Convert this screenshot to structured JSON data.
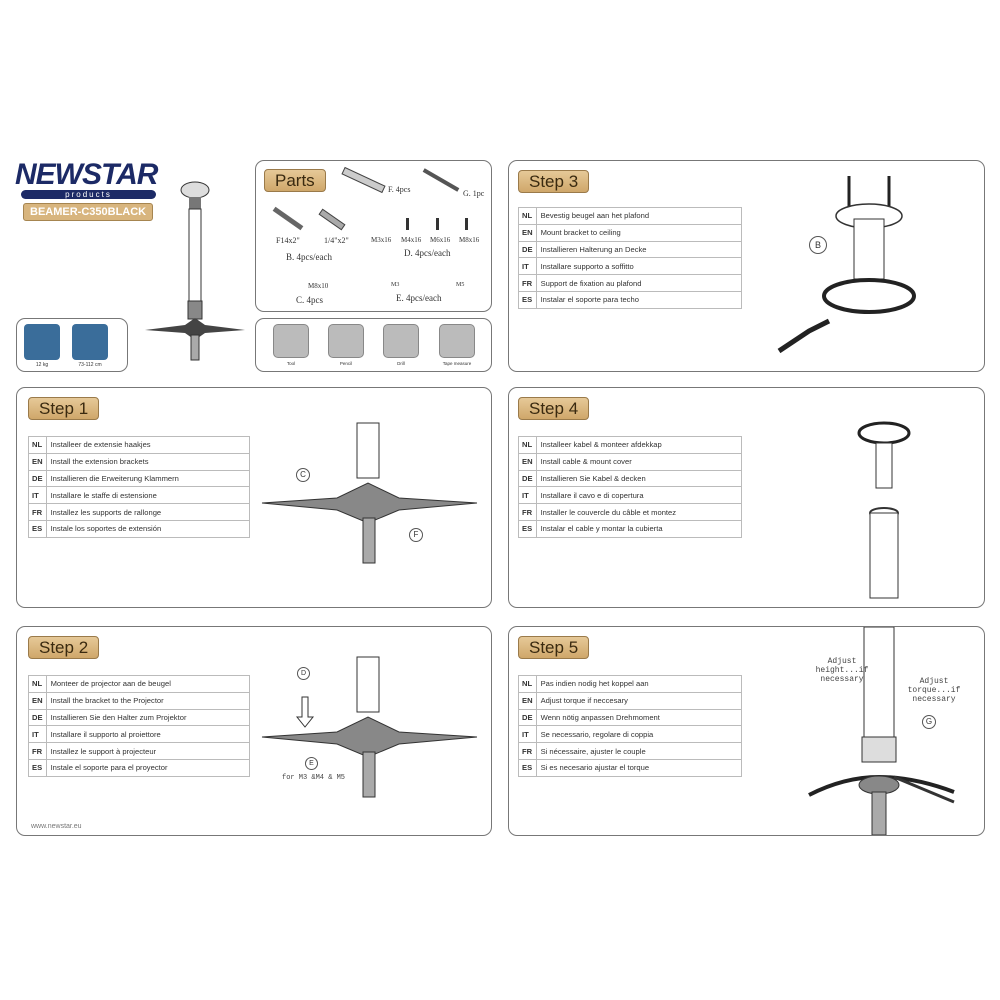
{
  "brand": {
    "logo": "NEWSTAR",
    "logo_sub": "products",
    "model": "BEAMER-C350BLACK",
    "website": "www.newstar.eu"
  },
  "specs": {
    "weight": "12 kg",
    "length": "73-112 cm"
  },
  "parts": {
    "title": "Parts",
    "items": [
      "F. 4pcs",
      "G. 1pc",
      "F14x2\"",
      "1/4\"x2\"",
      "B. 4pcs/each",
      "M3x16",
      "M4x16",
      "M6x16",
      "M8x16",
      "D. 4pcs/each",
      "M8x10",
      "C. 4pcs",
      "M3",
      "M5",
      "E. 4pcs/each"
    ]
  },
  "tools": [
    "Tool",
    "Pencil",
    "Drill",
    "Tape measure"
  ],
  "steps": {
    "step1": {
      "title": "Step 1",
      "rows": [
        [
          "NL",
          "Installeer de extensie haakjes"
        ],
        [
          "EN",
          "Install the extension brackets"
        ],
        [
          "DE",
          "Installieren die Erweiterung Klammern"
        ],
        [
          "IT",
          "Installare le staffe di estensione"
        ],
        [
          "FR",
          "Installez les supports de rallonge"
        ],
        [
          "ES",
          "Instale los soportes de extensión"
        ]
      ],
      "callouts": [
        "C",
        "F"
      ]
    },
    "step2": {
      "title": "Step 2",
      "rows": [
        [
          "NL",
          "Monteer de projector aan de beugel"
        ],
        [
          "EN",
          "Install the bracket to the Projector"
        ],
        [
          "DE",
          "Installieren Sie den Halter zum Projektor"
        ],
        [
          "IT",
          "Installare il supporto al proiettore"
        ],
        [
          "FR",
          "Installez le support à projecteur"
        ],
        [
          "ES",
          "Instale el soporte para el proyector"
        ]
      ],
      "callouts": [
        "D",
        "E"
      ],
      "note": "for M3 &M4 & M5"
    },
    "step3": {
      "title": "Step 3",
      "rows": [
        [
          "NL",
          "Bevestig beugel aan het plafond"
        ],
        [
          "EN",
          "Mount bracket to ceiling"
        ],
        [
          "DE",
          "Installieren Halterung an Decke"
        ],
        [
          "IT",
          "Installare supporto a soffitto"
        ],
        [
          "FR",
          "Support de fixation au plafond"
        ],
        [
          "ES",
          "Instalar el soporte para techo"
        ]
      ],
      "callouts": [
        "B"
      ]
    },
    "step4": {
      "title": "Step 4",
      "rows": [
        [
          "NL",
          "Installeer kabel & monteer afdekkap"
        ],
        [
          "EN",
          "Install cable & mount cover"
        ],
        [
          "DE",
          "Installieren Sie Kabel & decken"
        ],
        [
          "IT",
          "Installare il cavo e di copertura"
        ],
        [
          "FR",
          "Installer le couvercle du câble et montez"
        ],
        [
          "ES",
          "Instalar el cable y montar la cubierta"
        ]
      ]
    },
    "step5": {
      "title": "Step 5",
      "rows": [
        [
          "NL",
          "Pas indien nodig het koppel aan"
        ],
        [
          "EN",
          "Adjust torque if neccesary"
        ],
        [
          "DE",
          "Wenn nötig anpassen Drehmoment"
        ],
        [
          "IT",
          "Se necessario, regolare di coppia"
        ],
        [
          "FR",
          "Si nécessaire, ajuster le couple"
        ],
        [
          "ES",
          "Si es necesario ajustar el torque"
        ]
      ],
      "callouts": [
        "G"
      ],
      "note_height": "Adjust height...if necessary",
      "note_torque": "Adjust torque...if necessary"
    }
  },
  "colors": {
    "badge": "#d8b57e",
    "logo": "#1c2a66",
    "spec_icon": "#3a6d9a"
  }
}
